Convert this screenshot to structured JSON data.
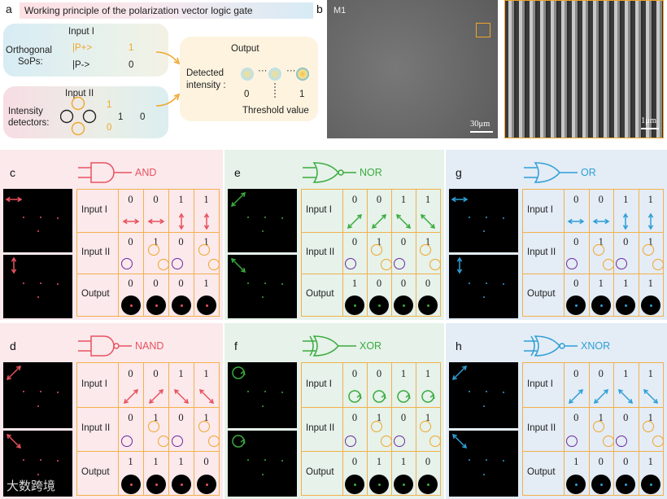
{
  "panel_labels": {
    "a": "a",
    "b": "b",
    "c": "c",
    "d": "d",
    "e": "e",
    "f": "f",
    "g": "g",
    "h": "h"
  },
  "panel_a": {
    "title": "Working principle of the polarization vector logic gate",
    "input1_title": "Input I",
    "orthogonal": "Orthogonal",
    "sops": "SoPs:",
    "p_plus": "|P+>",
    "p_minus": "|P->",
    "one": "1",
    "zero": "0",
    "input2_title": "Input II",
    "intensity": "Intensity",
    "detectors": "detectors:",
    "output_title": "Output",
    "detected": "Detected",
    "intensity_colon": "intensity :",
    "ellipsis": "···",
    "out_zero": "0",
    "out_one": "1",
    "threshold": "Threshold value"
  },
  "panel_b": {
    "m1": "M1",
    "scale1": "30μm",
    "scale2": "1μm"
  },
  "row_labels": {
    "input1": "Input I",
    "input2": "Input II",
    "output": "Output"
  },
  "colors": {
    "AND": "#e8525e",
    "NAND": "#e8525e",
    "NOR": "#3aab3e",
    "XOR": "#3aab3e",
    "OR": "#2d9fd6",
    "XNOR": "#2d9fd6",
    "purple": "#6a2ba0",
    "orange": "#f0a62a"
  },
  "gates": [
    {
      "id": "c",
      "name": "AND",
      "in1": [
        "0",
        "0",
        "1",
        "1"
      ],
      "in2": [
        "0",
        "1",
        "0",
        "1"
      ],
      "out": [
        "0",
        "0",
        "0",
        "1"
      ],
      "arrows": [
        "h",
        "h",
        "v",
        "v"
      ]
    },
    {
      "id": "d",
      "name": "NAND",
      "in1": [
        "0",
        "0",
        "1",
        "1"
      ],
      "in2": [
        "0",
        "1",
        "0",
        "1"
      ],
      "out": [
        "1",
        "1",
        "1",
        "0"
      ],
      "arrows": [
        "d1",
        "d1",
        "d2",
        "d2"
      ]
    },
    {
      "id": "e",
      "name": "NOR",
      "in1": [
        "0",
        "0",
        "1",
        "1"
      ],
      "in2": [
        "0",
        "1",
        "0",
        "1"
      ],
      "out": [
        "1",
        "0",
        "0",
        "0"
      ],
      "arrows": [
        "d1",
        "d1",
        "d2",
        "d2"
      ]
    },
    {
      "id": "f",
      "name": "XOR",
      "in1": [
        "0",
        "0",
        "1",
        "1"
      ],
      "in2": [
        "0",
        "1",
        "0",
        "1"
      ],
      "out": [
        "0",
        "1",
        "1",
        "0"
      ],
      "arrows": [
        "c",
        "c",
        "c",
        "c"
      ]
    },
    {
      "id": "g",
      "name": "OR",
      "in1": [
        "0",
        "0",
        "1",
        "1"
      ],
      "in2": [
        "0",
        "1",
        "0",
        "1"
      ],
      "out": [
        "0",
        "1",
        "1",
        "1"
      ],
      "arrows": [
        "h",
        "h",
        "v",
        "v"
      ]
    },
    {
      "id": "h",
      "name": "XNOR",
      "in1": [
        "0",
        "0",
        "1",
        "1"
      ],
      "in2": [
        "0",
        "1",
        "0",
        "1"
      ],
      "out": [
        "1",
        "0",
        "0",
        "1"
      ],
      "arrows": [
        "d1",
        "d1",
        "d2",
        "d2"
      ]
    }
  ],
  "watermark": "大数跨境"
}
